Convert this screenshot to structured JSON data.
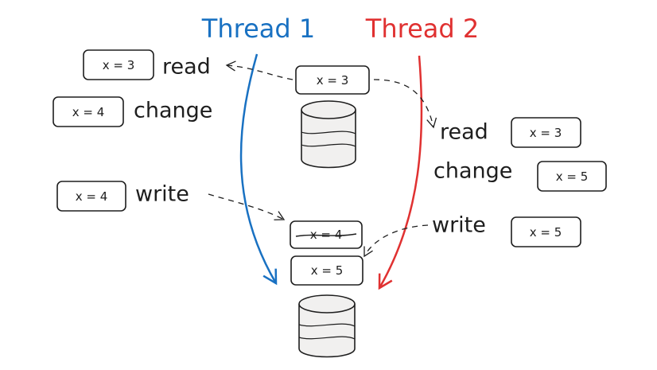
{
  "titles": {
    "thread1": "Thread 1",
    "thread2": "Thread 2"
  },
  "colors": {
    "thread1": "#1971c2",
    "thread2": "#e03131",
    "ink": "#1e1e1e",
    "db_fill": "#f1f0ef"
  },
  "thread1": {
    "read": {
      "label": "read",
      "value": "x = 3"
    },
    "change": {
      "label": "change",
      "value": "x = 4"
    },
    "write": {
      "label": "write",
      "value": "x = 4"
    }
  },
  "thread2": {
    "read": {
      "label": "read",
      "value": "x = 3"
    },
    "change": {
      "label": "change",
      "value": "x = 5"
    },
    "write": {
      "label": "write",
      "value": "x = 5"
    }
  },
  "database_initial": {
    "value": "x = 3"
  },
  "database_final": {
    "overwritten_value": "x = 4",
    "value": "x = 5"
  }
}
